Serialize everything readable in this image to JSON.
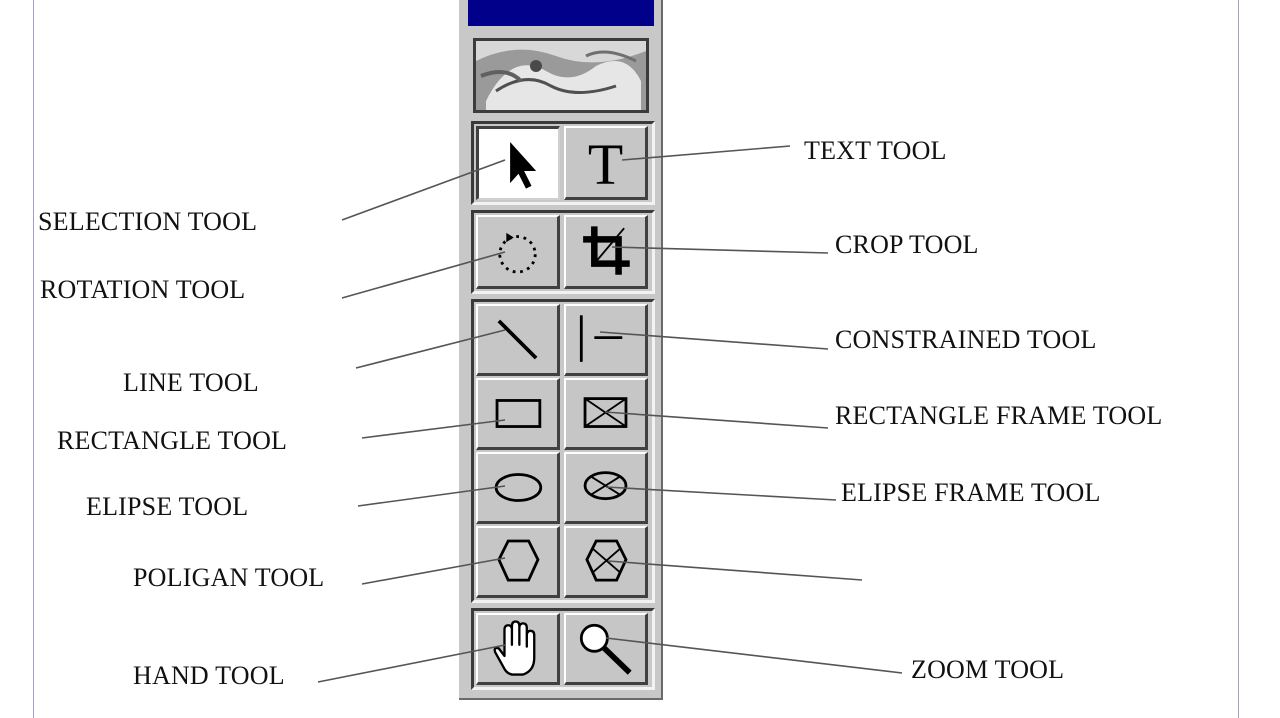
{
  "colors": {
    "title_bar": "#00008b",
    "panel": "#c8c8c8",
    "button_face": "#c6c6c6",
    "selected_button": "#ffffff",
    "frame": "#9ea0c8",
    "leader_line": "#555555"
  },
  "palette": {
    "tools": [
      {
        "id": "selection",
        "icon": "arrow-pointer-icon",
        "selected": true
      },
      {
        "id": "text",
        "icon": "letter-t-icon"
      },
      {
        "id": "rotation",
        "icon": "dotted-circle-icon"
      },
      {
        "id": "crop",
        "icon": "crop-icon"
      },
      {
        "id": "line",
        "icon": "diagonal-line-icon"
      },
      {
        "id": "constrained",
        "icon": "constrained-line-icon"
      },
      {
        "id": "rectangle",
        "icon": "rectangle-icon"
      },
      {
        "id": "rectangle-frame",
        "icon": "rectangle-frame-icon"
      },
      {
        "id": "ellipse",
        "icon": "ellipse-icon"
      },
      {
        "id": "ellipse-frame",
        "icon": "ellipse-frame-icon"
      },
      {
        "id": "polygon",
        "icon": "polygon-icon"
      },
      {
        "id": "polygon-frame",
        "icon": "polygon-frame-icon"
      },
      {
        "id": "hand",
        "icon": "hand-icon"
      },
      {
        "id": "zoom",
        "icon": "magnifier-icon"
      }
    ]
  },
  "labels": {
    "text_tool": "TEXT TOOL",
    "selection_tool": "SELECTION TOOL",
    "crop_tool": "CROP TOOL",
    "rotation_tool": "ROTATION TOOL",
    "constrained_tool": "CONSTRAINED TOOL",
    "line_tool": "LINE TOOL",
    "rectangle_frame_tool": "RECTANGLE FRAME TOOL",
    "rectangle_tool": "RECTANGLE TOOL",
    "elipse_frame_tool": "ELIPSE FRAME TOOL",
    "elipse_tool": "ELIPSE TOOL",
    "poligan_tool": "POLIGAN TOOL",
    "hand_tool": "HAND TOOL",
    "zoom_tool": "ZOOM TOOL"
  }
}
